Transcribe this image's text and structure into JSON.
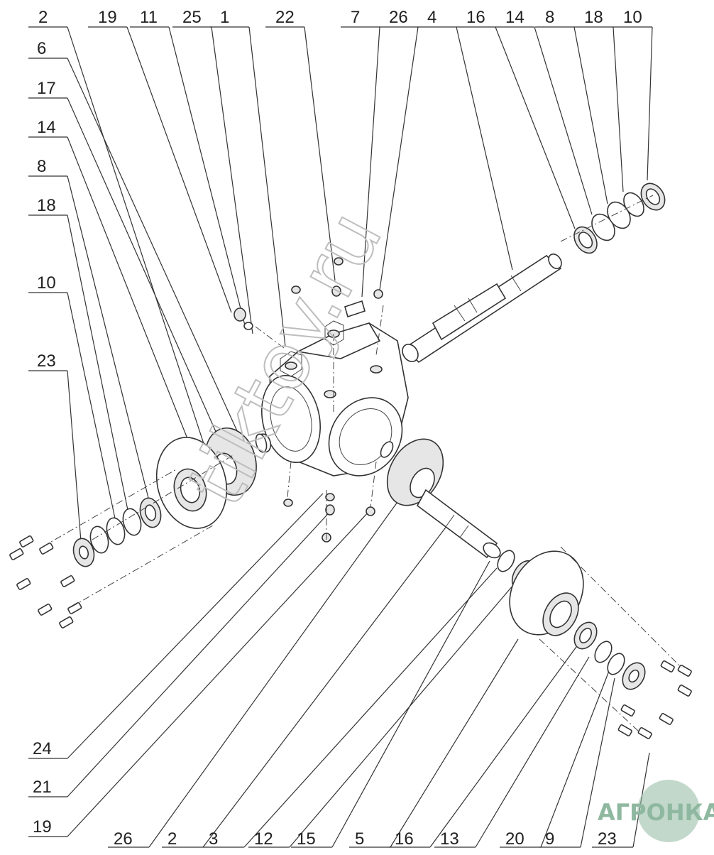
{
  "diagram": {
    "top_labels": [
      "2",
      "19",
      "11",
      "25",
      "1",
      "22",
      "7",
      "26",
      "4",
      "16",
      "14",
      "8",
      "18",
      "10"
    ],
    "left_labels": [
      "6",
      "17",
      "14",
      "8",
      "18",
      "10",
      "23"
    ],
    "bottom_left_labels": [
      "24",
      "21",
      "19"
    ],
    "bottom_labels": [
      "26",
      "2",
      "3",
      "12",
      "15",
      "5",
      "16",
      "13",
      "20",
      "9",
      "23"
    ]
  },
  "watermark": {
    "text": "tiktoy.ru"
  },
  "logo": {
    "text": "АГРОНКА"
  },
  "colors": {
    "line": "#333333",
    "logo": "#8fb8a0",
    "watermark": "#bdbdbd"
  }
}
